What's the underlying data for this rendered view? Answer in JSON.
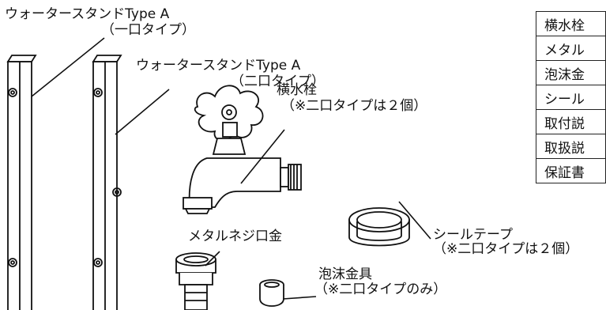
{
  "labels": {
    "stand_a_line1": "ウォータースタンドType A",
    "stand_a_line2": "（一口タイプ）",
    "stand_b_line1": "ウォータースタンドType A",
    "stand_b_line2": "（二口タイプ）",
    "faucet_line1": "横水栓",
    "faucet_line2": "（※二口タイプは２個）",
    "metal_nozzle": "メタルネジ口金",
    "seal_tape_line1": "シールテープ",
    "seal_tape_line2": "（※二口タイプは２個）",
    "aerator_line1": "泡沫金具",
    "aerator_line2": "（※二口タイプのみ）"
  },
  "parts_table": {
    "rows": [
      "横水栓",
      "メタル",
      "泡沫金",
      "シール",
      "取付説",
      "取扱説",
      "保証書"
    ]
  }
}
